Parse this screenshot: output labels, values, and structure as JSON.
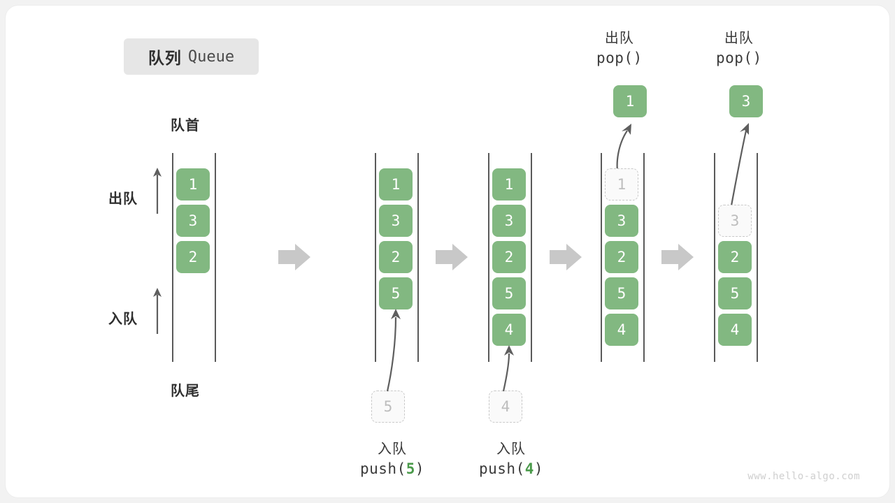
{
  "title": {
    "cn": "队列",
    "en": "Queue"
  },
  "labels": {
    "head": "队首",
    "tail": "队尾",
    "dequeue": "出队",
    "enqueue": "入队"
  },
  "colors": {
    "element_green": "#82b881",
    "ghost_fill": "#fafafa",
    "ghost_border": "#c9c9c9",
    "rail": "#5a5a5a",
    "arrow_gray": "#5e5e5e",
    "step_arrow": "#c8c8c8",
    "badge_bg": "#e6e6e6",
    "card_bg": "#ffffff",
    "page_bg": "#f2f2f2",
    "accent_arg": "#4a9a4a"
  },
  "columns": [
    {
      "id": "initial",
      "items": [
        "1",
        "3",
        "2"
      ],
      "ghost": null,
      "popped": null,
      "top_label": null,
      "bottom_label": null
    },
    {
      "id": "after-push-5",
      "items": [
        "1",
        "3",
        "2",
        "5"
      ],
      "ghost": {
        "value": "5",
        "position": "below"
      },
      "popped": null,
      "top_label": null,
      "bottom_label": {
        "cn": "入队",
        "fn": "push(",
        "arg": "5",
        "close": ")"
      }
    },
    {
      "id": "after-push-4",
      "items": [
        "1",
        "3",
        "2",
        "5",
        "4"
      ],
      "ghost": {
        "value": "4",
        "position": "below"
      },
      "popped": null,
      "top_label": null,
      "bottom_label": {
        "cn": "入队",
        "fn": "push(",
        "arg": "4",
        "close": ")"
      }
    },
    {
      "id": "after-pop-1",
      "items": [
        "3",
        "2",
        "5",
        "4"
      ],
      "ghost": {
        "value": "1",
        "position": "slot0"
      },
      "popped": "1",
      "top_label": {
        "cn": "出队",
        "fn": "pop(",
        "arg": "",
        "close": ")"
      },
      "bottom_label": null
    },
    {
      "id": "after-pop-3",
      "items": [
        "2",
        "5",
        "4"
      ],
      "ghost": {
        "value": "3",
        "position": "slot1"
      },
      "popped": "3",
      "top_label": {
        "cn": "出队",
        "fn": "pop(",
        "arg": "",
        "close": ")"
      },
      "bottom_label": null
    }
  ],
  "watermark": "www.hello-algo.com"
}
